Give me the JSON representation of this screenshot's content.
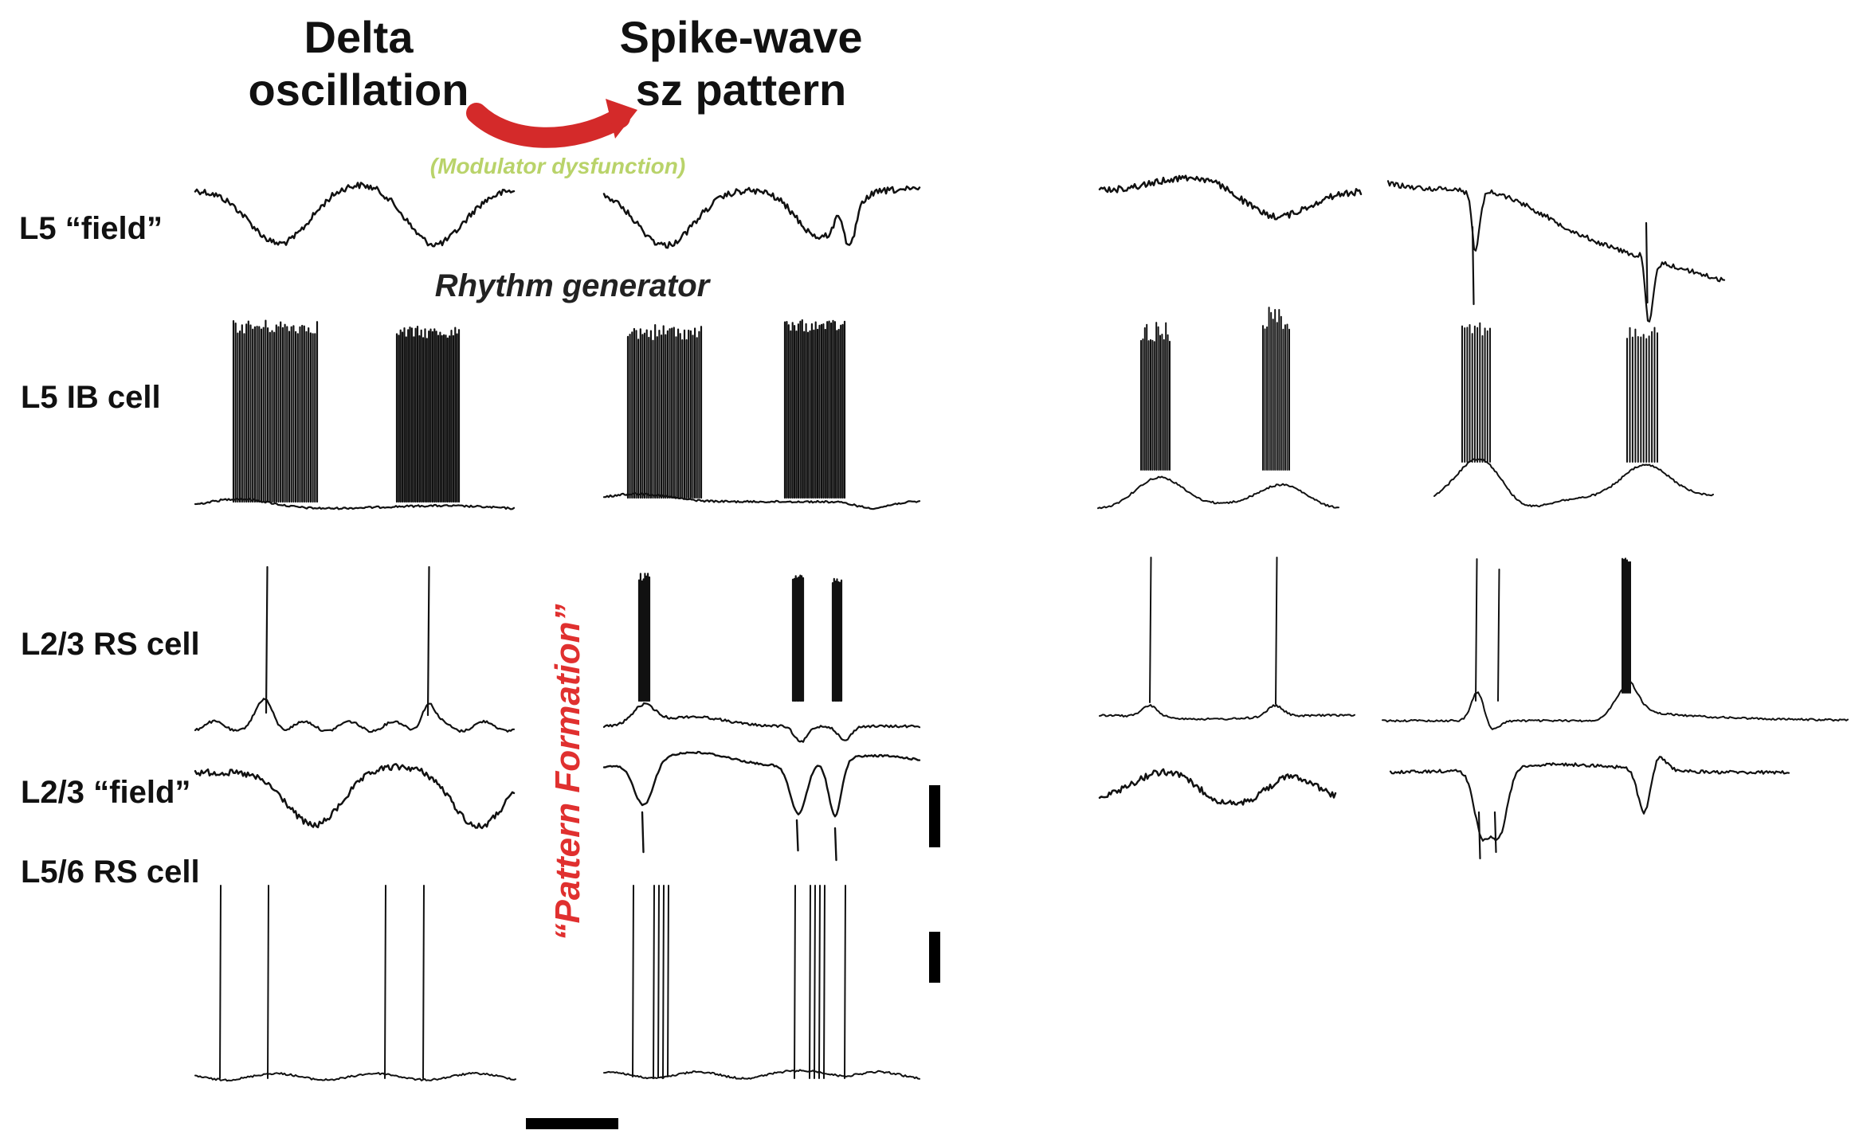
{
  "titles": {
    "left_line1": "Delta",
    "left_line2": "oscillation",
    "right_line1": "Spike-wave",
    "right_line2": "sz pattern"
  },
  "annotations": {
    "modulator": "(Modulator dysfunction)",
    "rhythm_generator": "Rhythm generator",
    "pattern_formation": "“Pattern Formation”"
  },
  "row_labels": [
    "L5 “field”",
    "L5 IB cell",
    "L2/3 RS cell",
    "L2/3 “field”",
    "L5/6 RS cell"
  ],
  "colors": {
    "arrow": "#d42a2a",
    "modulator_text": "#b9d36a",
    "pattern_text": "#e0302f",
    "trace": "#111111"
  },
  "icons": {
    "transition_arrow": "curved-arrow-right-icon",
    "scale_bars": "scale-bar-icon"
  }
}
